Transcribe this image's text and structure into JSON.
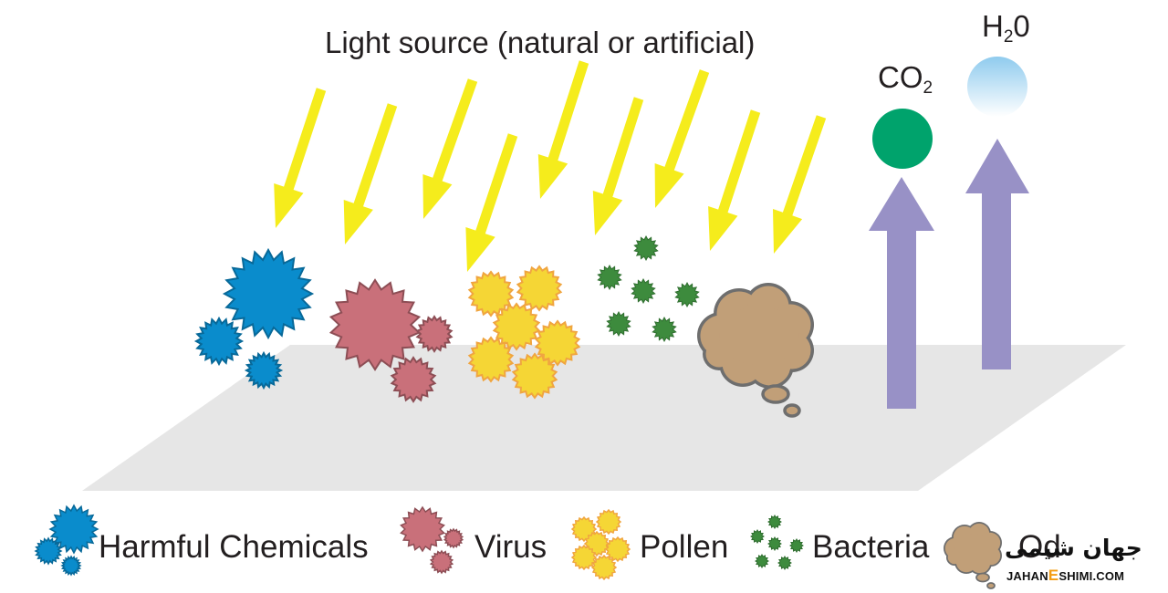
{
  "title": "Light source (natural or artificial)",
  "molecules": {
    "co2": {
      "base": "CO",
      "sub": "2"
    },
    "h2o": {
      "base": "H",
      "sub": "2",
      "tail": "0"
    }
  },
  "legend": {
    "harmful_chemicals": "Harmful Chemicals",
    "virus": "Virus",
    "pollen": "Pollen",
    "bacteria": "Bacteria",
    "odor": "Odor"
  },
  "watermark": {
    "persian": "جهان شیمی",
    "latin_a": "JAHAN",
    "latin_e": "E",
    "latin_b": "SHIMI.COM"
  },
  "colors": {
    "light_ray": "#f5ec1c",
    "chemical": "#0a8ccc",
    "virus": "#c9707a",
    "pollen": "#f5d635",
    "bacteria": "#3d8b3d",
    "odor": "#c19f78",
    "co2": "#00a36c",
    "h2o": "#9ccfea",
    "arrow_up": "#9891c6",
    "surface": "#e6e6e6"
  }
}
